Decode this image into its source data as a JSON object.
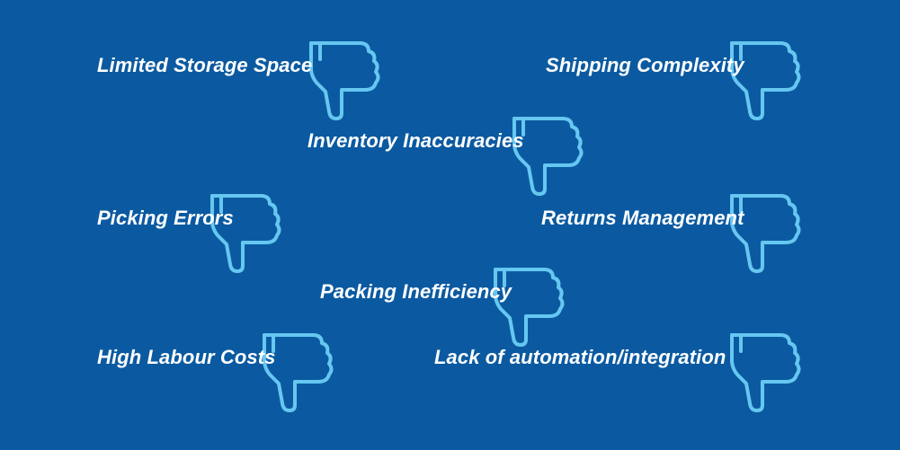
{
  "colors": {
    "background": "#0b5aa1",
    "icon_stroke": "#66c7f0",
    "label_text": "#ffffff"
  },
  "items": [
    {
      "label": "Limited Storage Space",
      "icon": "thumbs-down-icon"
    },
    {
      "label": "Shipping Complexity",
      "icon": "thumbs-down-icon"
    },
    {
      "label": "Inventory Inaccuracies",
      "icon": "thumbs-down-icon"
    },
    {
      "label": "Picking Errors",
      "icon": "thumbs-down-icon"
    },
    {
      "label": "Returns Management",
      "icon": "thumbs-down-icon"
    },
    {
      "label": "Packing Inefficiency",
      "icon": "thumbs-down-icon"
    },
    {
      "label": "High Labour Costs",
      "icon": "thumbs-down-icon"
    },
    {
      "label": "Lack of automation/integration",
      "icon": "thumbs-down-icon"
    }
  ]
}
